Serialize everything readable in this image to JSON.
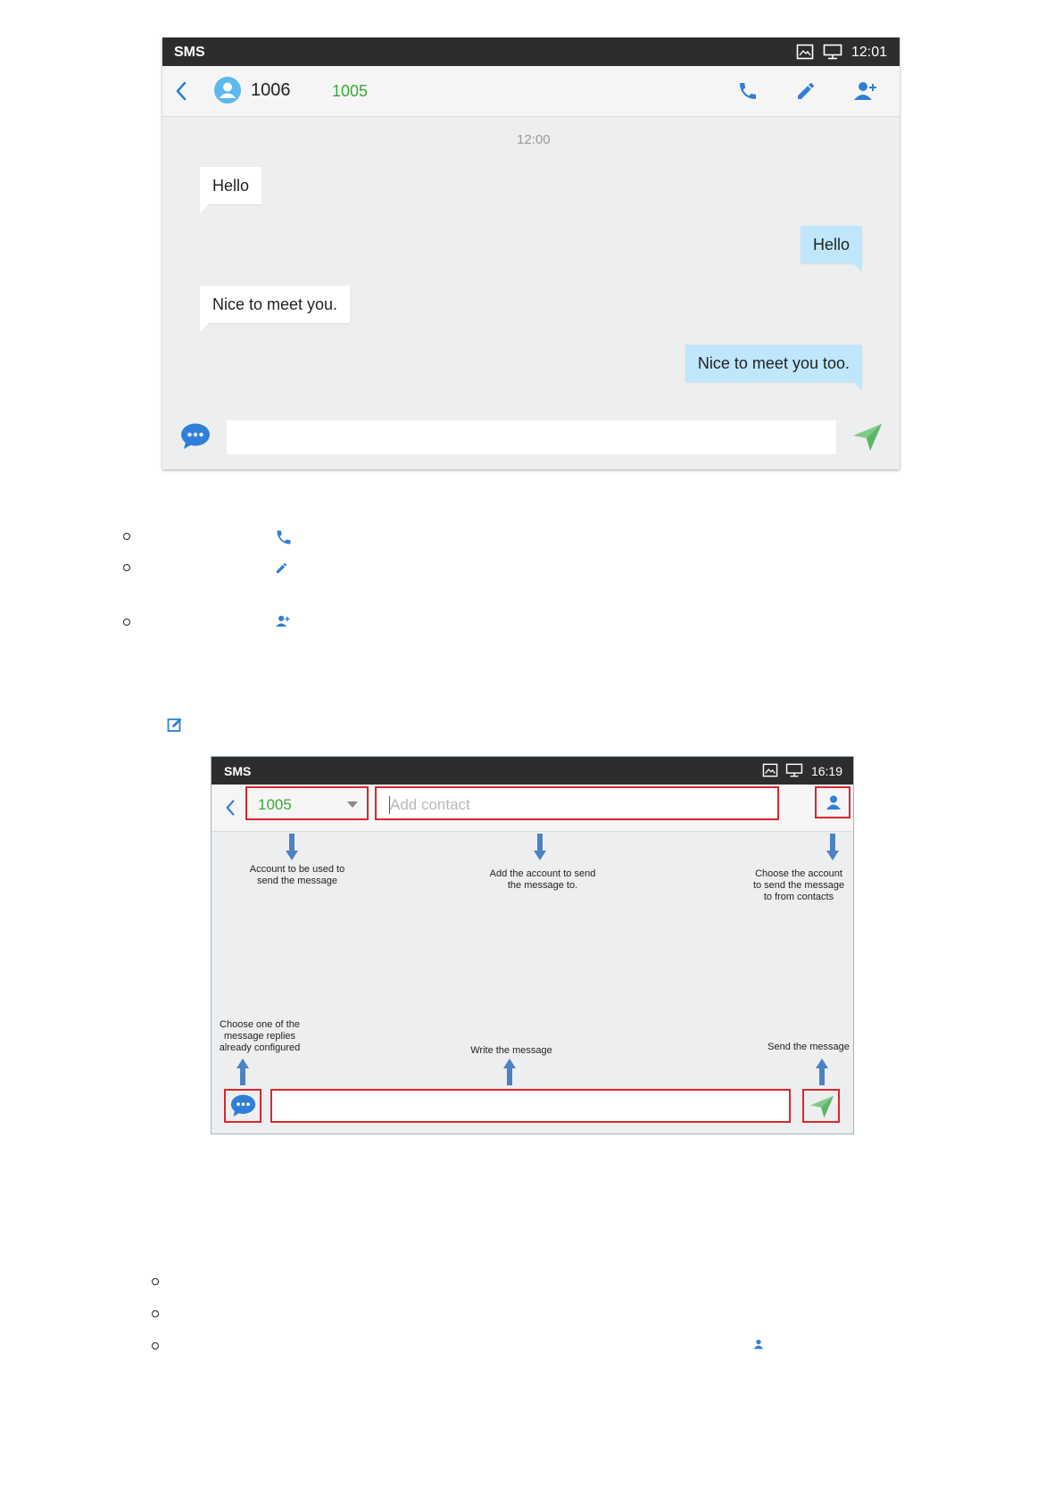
{
  "sms_screen": {
    "status_bar": {
      "title": "SMS",
      "time": "12:01"
    },
    "header": {
      "contact_name": "1006",
      "account": "1005"
    },
    "timestamp": "12:00",
    "messages": [
      {
        "direction": "incoming",
        "text": "Hello"
      },
      {
        "direction": "outgoing",
        "text": "Hello"
      },
      {
        "direction": "incoming",
        "text": "Nice to meet you."
      },
      {
        "direction": "outgoing",
        "text": "Nice to meet you too."
      }
    ],
    "compose": {
      "value": ""
    },
    "icons": {
      "back": "chevron-left-icon",
      "avatar": "user-avatar-icon",
      "call": "phone-icon",
      "edit": "pencil-icon",
      "add_contact": "add-user-icon",
      "quick_reply": "chat-bubble-icon",
      "send": "send-icon"
    }
  },
  "bullet_icons": [
    "phone-icon",
    "pencil-icon",
    "add-user-icon"
  ],
  "new_message_icon": "compose-icon",
  "new_sms_screen": {
    "status_bar": {
      "title": "SMS",
      "time": "16:19"
    },
    "account_select": {
      "value": "1005"
    },
    "contact_input": {
      "placeholder": "Add contact"
    },
    "annotations": {
      "account": [
        "Account to be used to",
        "send the message"
      ],
      "add_contact": [
        "Add the account to send",
        "the message to."
      ],
      "choose_contact": [
        "Choose the account",
        "to send the message",
        "to from contacts"
      ],
      "quick_reply": [
        "Choose one of the",
        "message replies",
        "already configured"
      ],
      "write": [
        "Write the message"
      ],
      "send": [
        "Send the message"
      ]
    }
  },
  "bottom_bullet_icon": "person-icon",
  "colors": {
    "status_bar": "#2d2d2d",
    "accent_blue": "#2f7fd8",
    "account_green": "#3aaa35",
    "outgoing_bubble": "#bfe6fb",
    "highlight_red": "#d9262b"
  }
}
